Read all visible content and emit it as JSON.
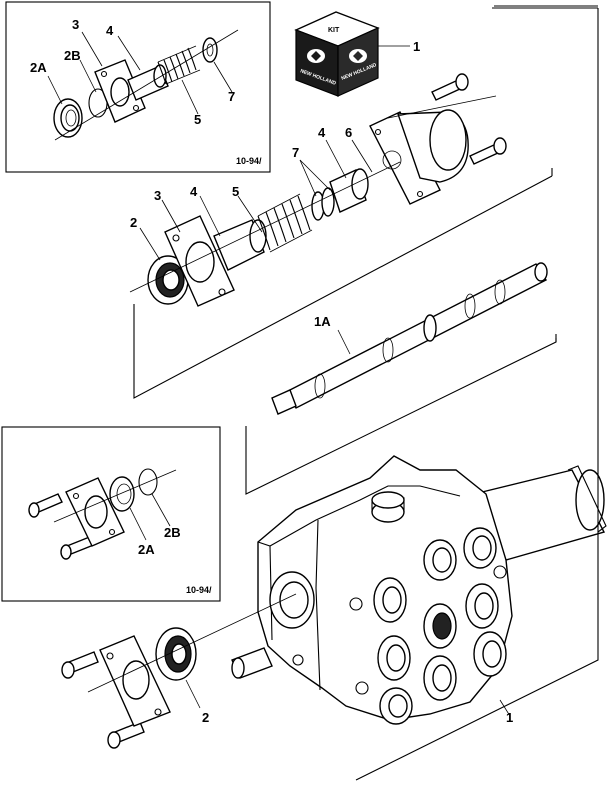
{
  "kit": {
    "label": "KIT",
    "brand": "NEW HOLLAND"
  },
  "inset_top": {
    "code": "10-94/"
  },
  "inset_mid": {
    "code": "10-94/"
  },
  "callouts": {
    "c1_kit": "1",
    "c1_body": "1",
    "c1a": "1A",
    "c2_top": "2",
    "c2_bottom": "2",
    "c3_top": "3",
    "c3_inset": "3",
    "c4_main": "4",
    "c4_main2": "4",
    "c4_inset": "4",
    "c5_main": "5",
    "c5_inset": "5",
    "c6": "6",
    "c7_main": "7",
    "c7_inset": "7",
    "c2a_top": "2A",
    "c2b_top": "2B",
    "c2a_mid": "2A",
    "c2b_mid": "2B"
  }
}
